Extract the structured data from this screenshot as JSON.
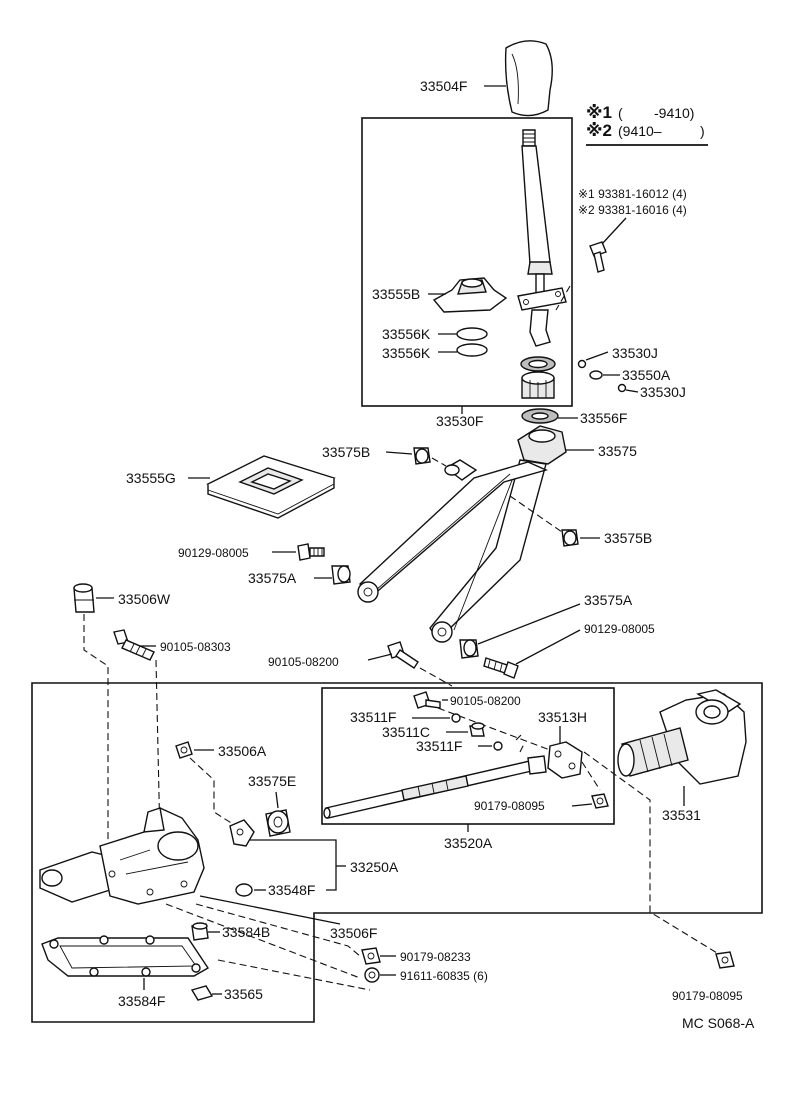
{
  "legend": {
    "mark1": "※1",
    "range1_open": "(",
    "range1_value": "-9410)",
    "mark2": "※2",
    "range2_value": "(9410–",
    "range2_close": ")"
  },
  "labels": {
    "p33504F": "33504F",
    "note1": "※1 93381-16012 (4)",
    "note2": "※2 93381-16016 (4)",
    "p33555B": "33555B",
    "p33556K_a": "33556K",
    "p33556K_b": "33556K",
    "p33530J_a": "33530J",
    "p33550A": "33550A",
    "p33530J_b": "33530J",
    "p33530F": "33530F",
    "p33556F": "33556F",
    "p33575B_a": "33575B",
    "p33575": "33575",
    "p33555G": "33555G",
    "p33575B_b": "33575B",
    "p90129_08005_a": "90129-08005",
    "p33575A_a": "33575A",
    "p33506W": "33506W",
    "p33575A_b": "33575A",
    "p90105_08303": "90105-08303",
    "p90129_08005_b": "90129-08005",
    "p90105_08200_a": "90105-08200",
    "p90105_08200_b": "90105-08200",
    "p33511F_a": "33511F",
    "p33513H": "33513H",
    "p33511C": "33511C",
    "p33511F_b": "33511F",
    "p33506A": "33506A",
    "p33575E": "33575E",
    "p33531": "33531",
    "p90179_08095_a": "90179-08095",
    "p33520A": "33520A",
    "p33250A": "33250A",
    "p33548F": "33548F",
    "p33506F": "33506F",
    "p33584B": "33584B",
    "p90179_08233": "90179-08233",
    "p91611_60835": "91611-60835 (6)",
    "p33584F": "33584F",
    "p33565": "33565",
    "p90179_08095_b": "90179-08095",
    "diagram_code": "MC S068-A"
  }
}
